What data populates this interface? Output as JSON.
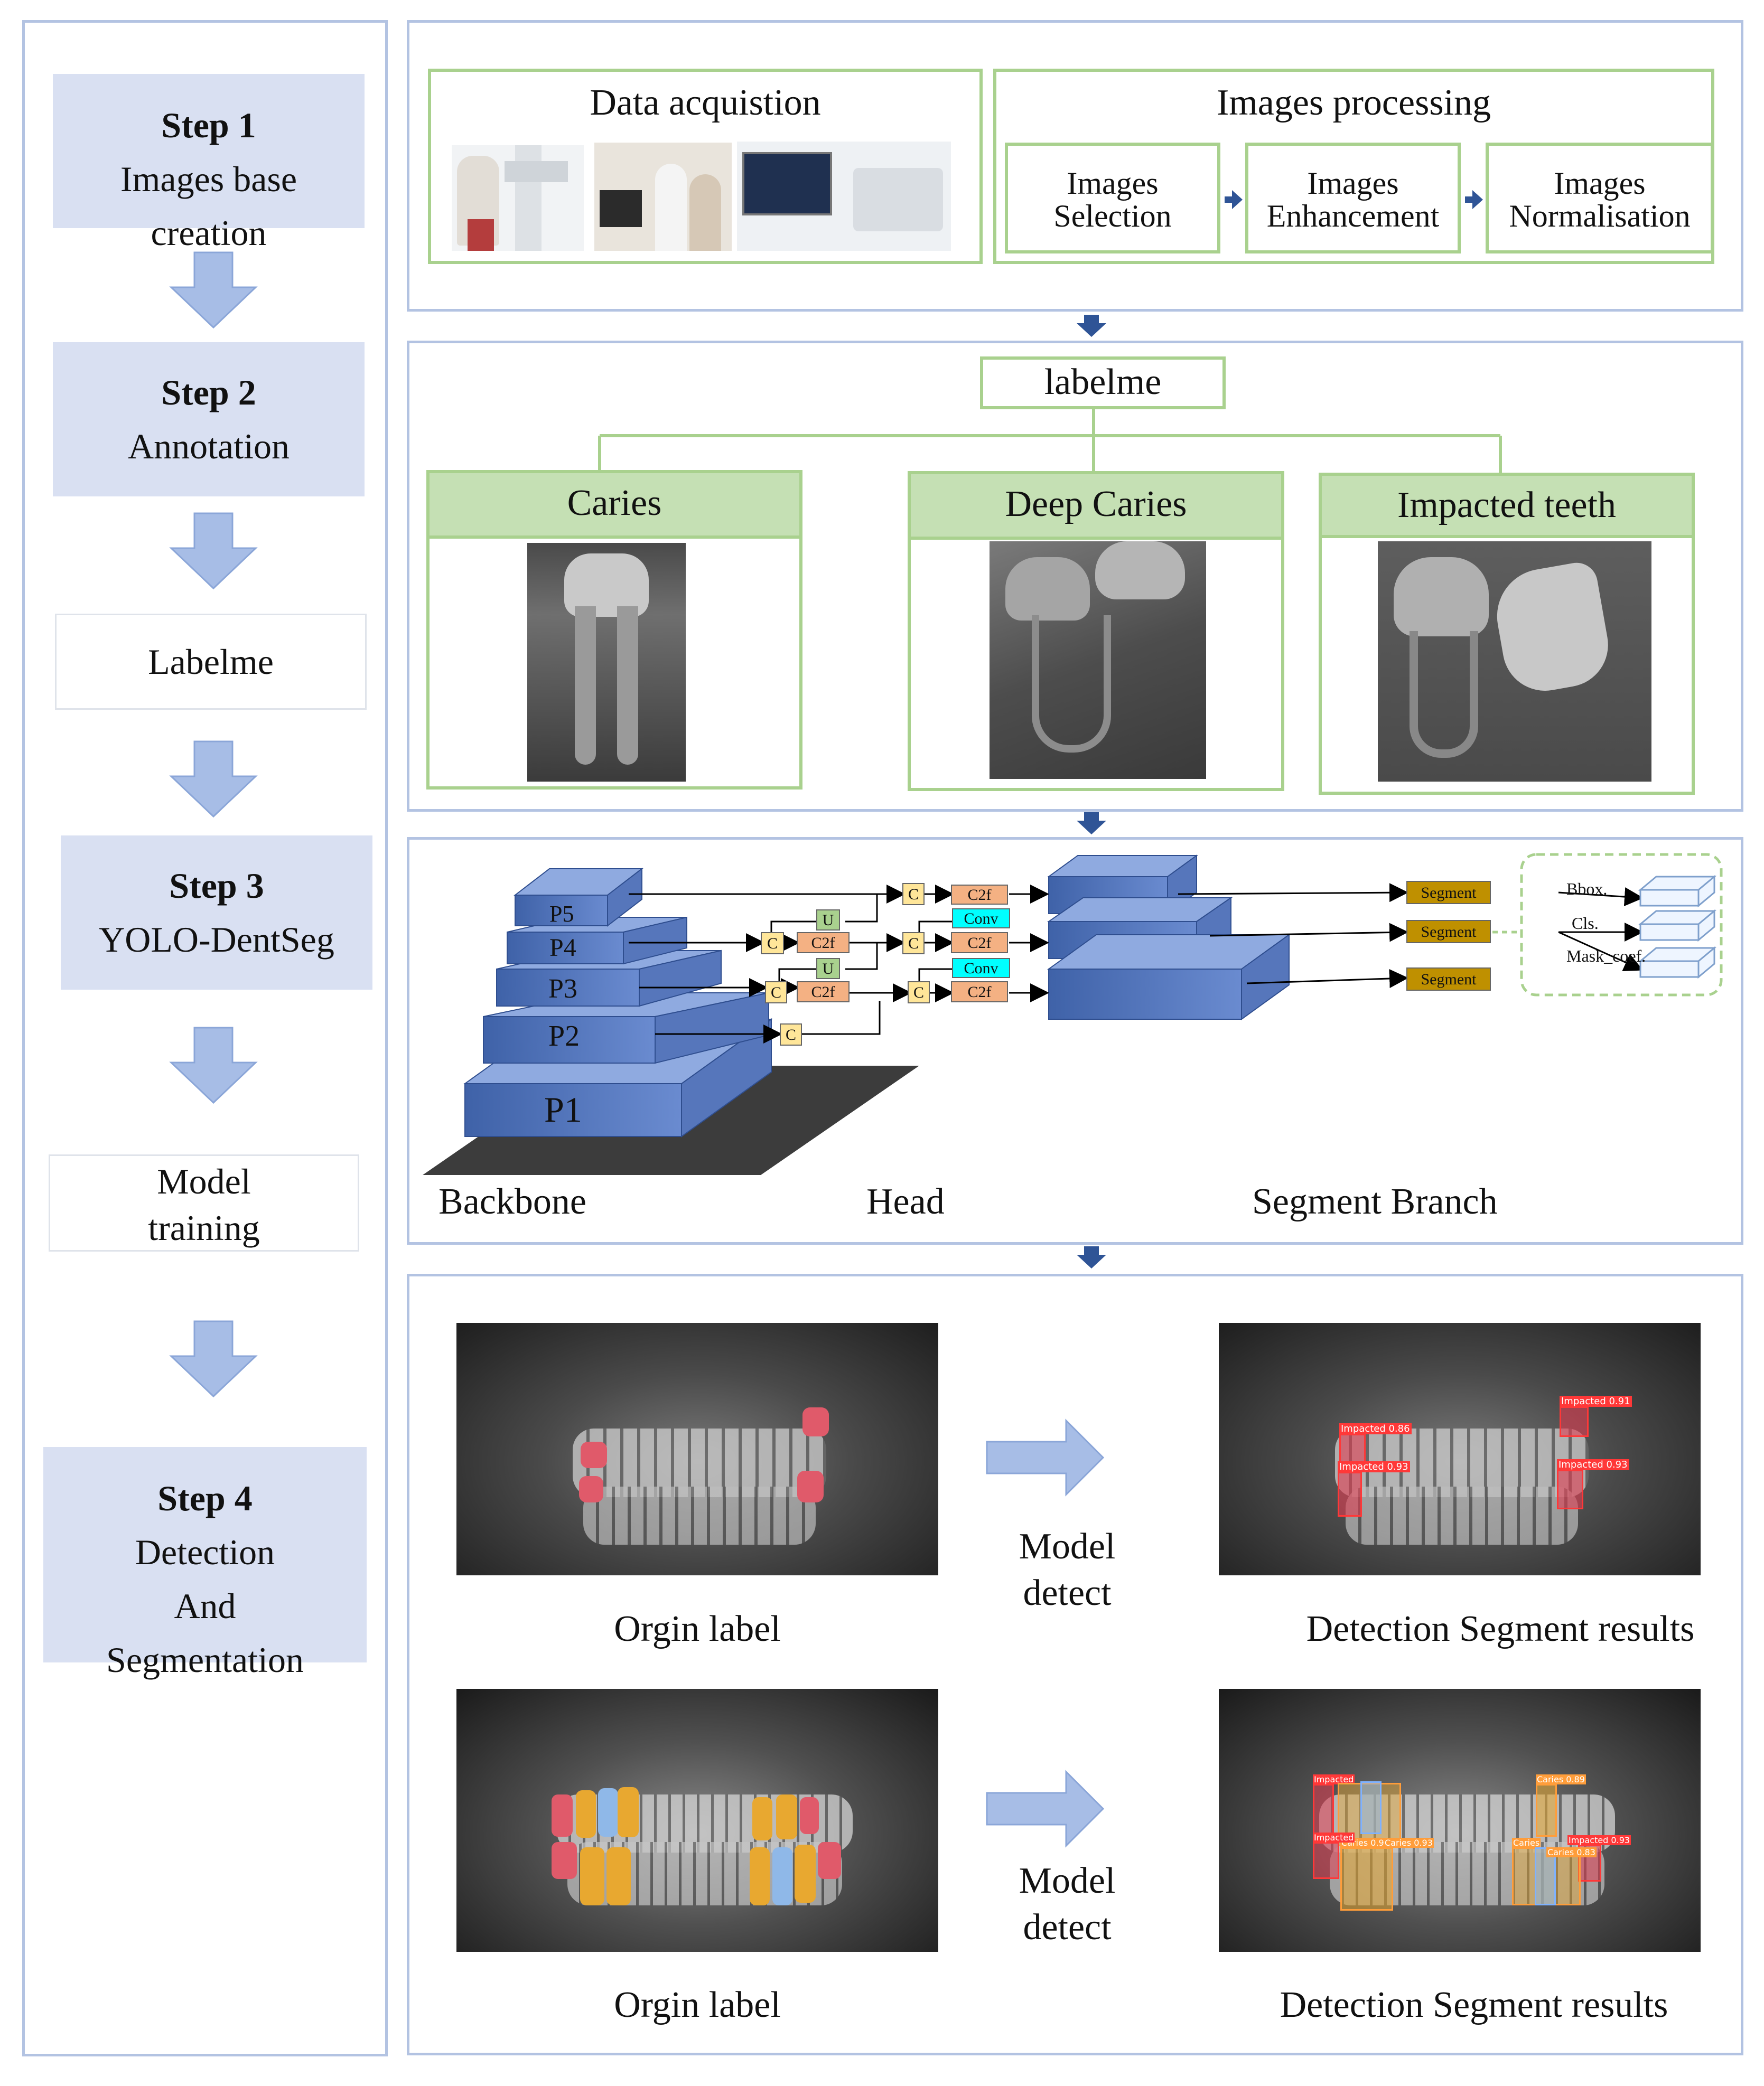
{
  "left_column": {
    "step1": {
      "title": "Step 1",
      "lines": [
        "Images base",
        "creation"
      ]
    },
    "step2": {
      "title": "Step 2",
      "lines": [
        "Annotation"
      ]
    },
    "labelme": "Labelme",
    "step3": {
      "title": "Step 3",
      "lines": [
        "YOLO-DentSeg"
      ]
    },
    "model_training": [
      "Model",
      "training"
    ],
    "step4": {
      "title": "Step 4",
      "lines": [
        "Detection",
        "And",
        "Segmentation"
      ]
    }
  },
  "panel1": {
    "data_acquisition": "Data acquistion",
    "images_processing": "Images processing",
    "steps": [
      [
        "Images",
        "Selection"
      ],
      [
        "Images",
        "Enhancement"
      ],
      [
        "Images",
        "Normalisation"
      ]
    ]
  },
  "panel2": {
    "tool": "labelme",
    "classes": [
      "Caries",
      "Deep Caries",
      "Impacted teeth"
    ]
  },
  "panel3": {
    "levels": [
      "P5",
      "P4",
      "P3",
      "P2",
      "P1"
    ],
    "ops": {
      "c": "C",
      "u": "U",
      "c2f": "C2f",
      "conv": "Conv",
      "segment": "Segment"
    },
    "outputs": [
      "Bbox.",
      "Cls.",
      "Mask_coef."
    ],
    "sections": [
      "Backbone",
      "Head",
      "Segment Branch"
    ]
  },
  "panel4": {
    "model_detect": [
      "Model",
      "detect"
    ],
    "origin_label": "Orgin label",
    "results_label": "Detection Segment results",
    "row1_detections": [
      "Impacted 0.86",
      "Impacted 0.93",
      "Impacted 0.91",
      "Impacted 0.93"
    ],
    "row2_detections": [
      "Impacted",
      "Caries 0.96",
      "Caries 0.93",
      "Impacted",
      "Caries 0.89",
      "Impacted 0.93",
      "Caries",
      "Caries 0.83"
    ]
  },
  "colors": {
    "panel_border": "#b3c3e2",
    "step_fill": "#d9e0f2",
    "green_border": "#a9d18e",
    "green_fill": "#c5e0b4",
    "block_blue": "#4a6fb5",
    "concat": "#ffe699",
    "c2f": "#f4b183",
    "upsample": "#a9d18e",
    "conv": "#00ffff",
    "segment": "#bf9000",
    "arrow": "#9fb4e0"
  }
}
